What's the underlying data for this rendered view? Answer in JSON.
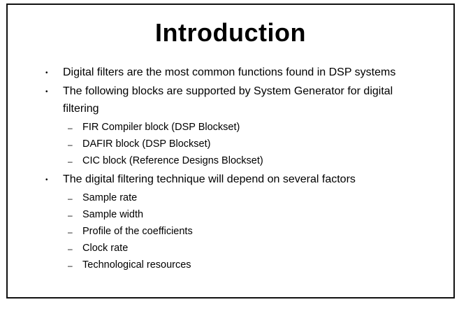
{
  "slide": {
    "title": "Introduction",
    "bullets": [
      {
        "text": "Digital filters are the most common functions found in DSP systems",
        "subitems": []
      },
      {
        "text": "The following blocks are supported by System Generator for digital filtering",
        "subitems": [
          "FIR Compiler block (DSP Blockset)",
          "DAFIR block (DSP Blockset)",
          "CIC block (Reference Designs Blockset)"
        ]
      },
      {
        "text": "The digital filtering technique will depend on several factors",
        "subitems": [
          "Sample rate",
          "Sample width",
          "Profile of the coefficients",
          "Clock rate",
          "Technological resources"
        ]
      }
    ],
    "bullet_mark_l1": "•",
    "bullet_mark_l2": "–"
  }
}
